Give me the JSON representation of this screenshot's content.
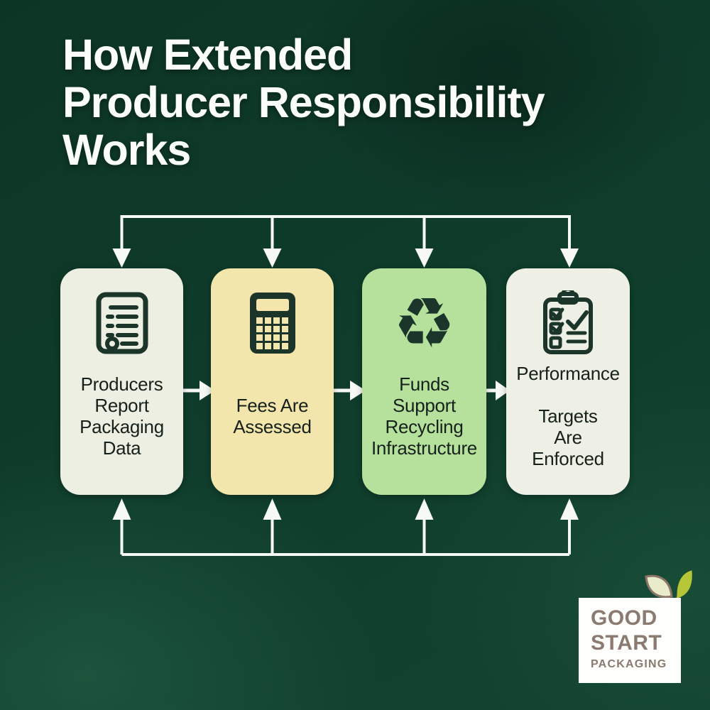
{
  "title": "How Extended\nProducer Responsibility\nWorks",
  "flow": {
    "cards": [
      {
        "id": "producers-report",
        "label": "Producers\nReport\nPackaging\nData",
        "icon": "document-lines-icon",
        "bg": "#edefe2"
      },
      {
        "id": "fees-assessed",
        "label": "Fees Are\nAssessed",
        "icon": "calculator-icon",
        "bg": "#f3e6ac"
      },
      {
        "id": "funds-support",
        "label": "Funds\nSupport\nRecycling\nInfrastructure",
        "icon": "recycle-icon",
        "bg": "#b5e19d"
      },
      {
        "id": "targets-enforced",
        "label": "Performance\n\nTargets\nAre\nEnforced",
        "icon": "clipboard-check-icon",
        "bg": "#eef0e5"
      }
    ],
    "recycle_glyph": "♻"
  },
  "logo": {
    "line1": "GOOD",
    "line2": "START",
    "line3": "PACKAGING"
  },
  "colors": {
    "background": "#0f3b2a",
    "title_text": "#fbfdfa",
    "card_text": "#17211b",
    "icon": "#1c352a",
    "arrow": "#f7f9f4",
    "logo_bg": "#fefefc",
    "logo_text": "#8a7a6f",
    "leaf_outline": "#8c7568",
    "leaf_light": "#e9ecca",
    "leaf_green": "#b5c636"
  }
}
